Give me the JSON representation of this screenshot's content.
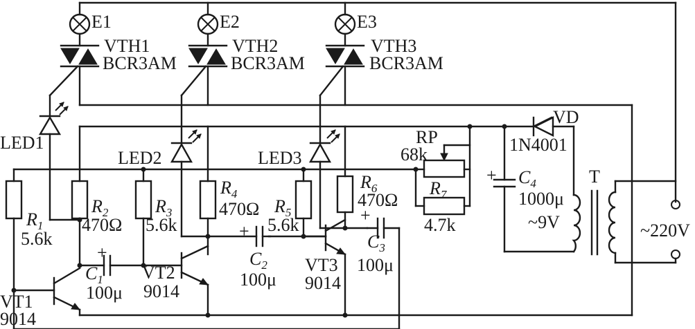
{
  "labels": {
    "E1": "E1",
    "E2": "E2",
    "E3": "E3",
    "VTH1": "VTH1",
    "VTH2": "VTH2",
    "VTH3": "VTH3",
    "BCR1": "BCR3AM",
    "BCR2": "BCR3AM",
    "BCR3": "BCR3AM",
    "LED1": "LED1",
    "LED2": "LED2",
    "LED3": "LED3",
    "VD": "VD",
    "D1N": "1N4001",
    "RP": "RP",
    "RP_val": "68k",
    "R7": "R",
    "R7_sub": "7",
    "R7_val": "4.7k",
    "C4": "C",
    "C4_sub": "4",
    "C4_val": "1000μ",
    "T": "T",
    "sec": "~9V",
    "mains": "~220V",
    "R1": "R",
    "R1_sub": "1",
    "R1_val": "5.6k",
    "R2": "R",
    "R2_sub": "2",
    "R2_val": "470Ω",
    "R3": "R",
    "R3_sub": "3",
    "R3_val": "5.6k",
    "R4": "R",
    "R4_sub": "4",
    "R4_val": "470Ω",
    "R5": "R",
    "R5_sub": "5",
    "R5_val": "5.6k",
    "R6": "R",
    "R6_sub": "6",
    "R6_val": "470Ω",
    "C1": "C",
    "C1_sub": "1",
    "C1_val": "100μ",
    "C2": "C",
    "C2_sub": "2",
    "C2_val": "100μ",
    "C3": "C",
    "C3_sub": "3",
    "C3_val": "100μ",
    "VT1": "VT1",
    "VT1_type": "9014",
    "VT2": "VT2",
    "VT2_type": "9014",
    "VT3": "VT3",
    "VT3_type": "9014",
    "plus": "+"
  }
}
